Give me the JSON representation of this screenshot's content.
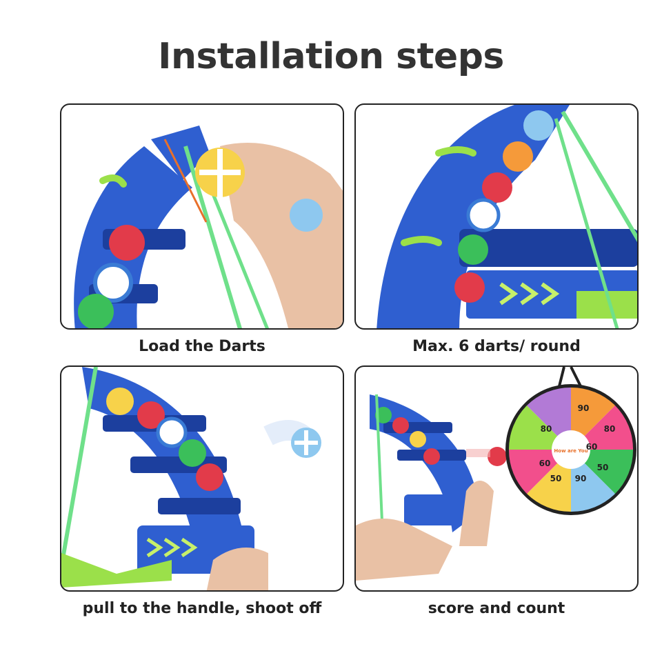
{
  "title": "Installation steps",
  "steps": [
    {
      "caption": "Load the Darts"
    },
    {
      "caption": "Max. 6 darts/ round"
    },
    {
      "caption": "pull to the handle, shoot off"
    },
    {
      "caption": "score and count"
    }
  ],
  "dartboard": {
    "numbers": [
      "90",
      "80",
      "60",
      "60",
      "50",
      "90",
      "80",
      "50"
    ],
    "center_text": "How are You"
  },
  "colors": {
    "bow": "#2f5fd0",
    "bow_dark": "#1c3f9e",
    "accent_green": "#9be04a",
    "string_green": "#6fe08a",
    "skin": "#e9c1a5",
    "text": "#222222"
  }
}
